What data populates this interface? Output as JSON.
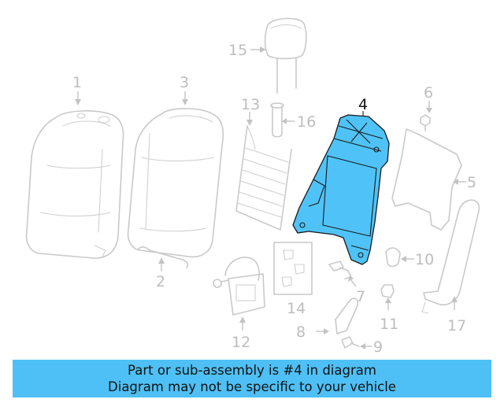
{
  "diagram": {
    "highlighted_part": "4",
    "callouts": {
      "c1": "1",
      "c2": "2",
      "c3": "3",
      "c4": "4",
      "c5": "5",
      "c6": "6",
      "c7": "7",
      "c8": "8",
      "c9": "9",
      "c10": "10",
      "c11": "11",
      "c12": "12",
      "c13": "13",
      "c14": "14",
      "c15": "15",
      "c16": "16",
      "c17": "17"
    }
  },
  "banner": {
    "line1": "Part or sub-assembly is #4 in diagram",
    "line2": "Diagram may not be specific to your vehicle"
  },
  "colors": {
    "highlight": "#4fc3f7",
    "banner": "#4fc0f5",
    "part_lines": "#c9c9c9"
  }
}
